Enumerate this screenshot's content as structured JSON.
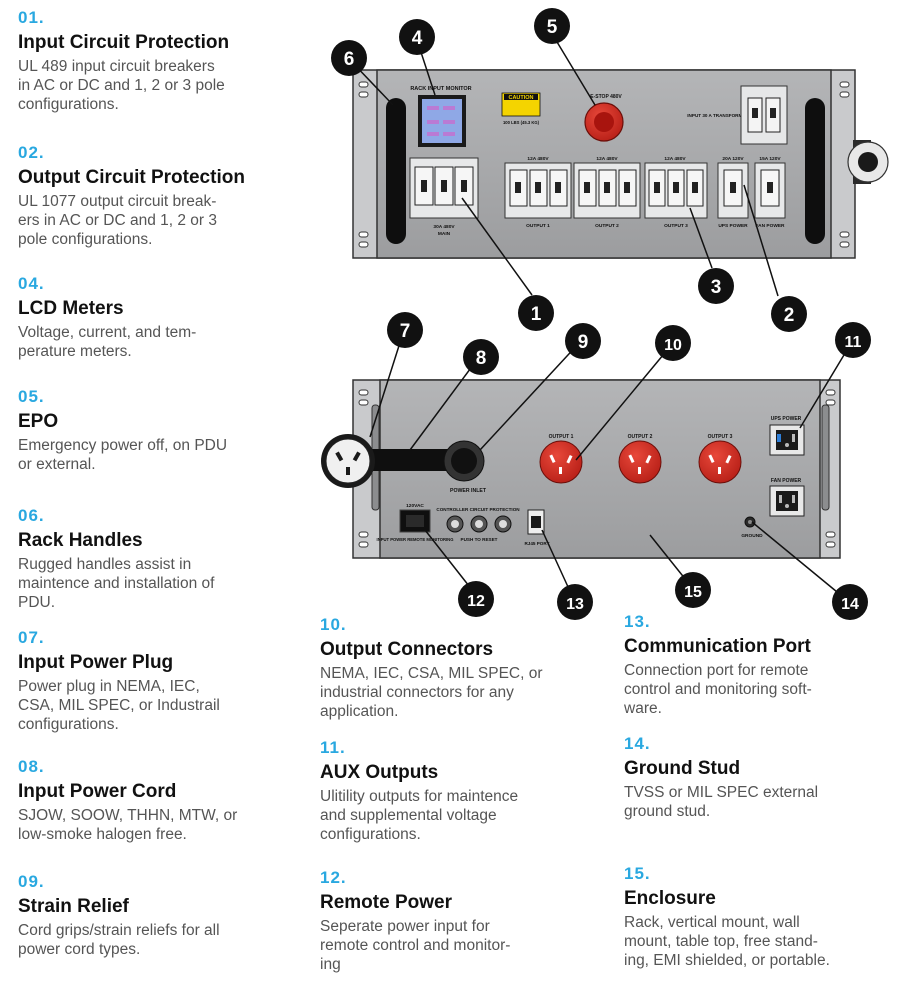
{
  "features": [
    {
      "id": "f01",
      "num": "01.",
      "title": "Input Circuit Protection",
      "desc": [
        "UL 489 input circuit breakers",
        "in AC or DC and 1, 2 or 3 pole",
        "configurations."
      ]
    },
    {
      "id": "f02",
      "num": "02.",
      "title": "Output Circuit Protection",
      "desc": [
        "UL 1077 output circuit break-",
        "ers in AC or DC and 1, 2 or 3",
        "pole configurations."
      ]
    },
    {
      "id": "f04",
      "num": "04.",
      "title": "LCD Meters",
      "desc": [
        "Voltage, current, and tem-",
        "perature meters."
      ]
    },
    {
      "id": "f05",
      "num": "05.",
      "title": "EPO",
      "desc": [
        "Emergency power off, on PDU",
        "or external."
      ]
    },
    {
      "id": "f06",
      "num": "06.",
      "title": "Rack Handles",
      "desc": [
        "Rugged handles assist in",
        "maintence and installation of",
        "PDU."
      ]
    },
    {
      "id": "f07",
      "num": "07.",
      "title": "Input Power Plug",
      "desc": [
        "Power plug in NEMA, IEC,",
        "CSA, MIL SPEC, or Industrail",
        "configurations."
      ]
    },
    {
      "id": "f08",
      "num": "08.",
      "title": "Input Power Cord",
      "desc": [
        "SJOW, SOOW, THHN, MTW, or",
        "low-smoke halogen free."
      ]
    },
    {
      "id": "f09",
      "num": "09.",
      "title": "Strain Relief",
      "desc": [
        "Cord grips/strain reliefs for all",
        "power cord types."
      ]
    },
    {
      "id": "f10",
      "num": "10.",
      "title": "Output Connectors",
      "desc": [
        "NEMA, IEC, CSA, MIL SPEC, or",
        "industrial connectors for any",
        "application."
      ]
    },
    {
      "id": "f11",
      "num": "11.",
      "title": "AUX Outputs",
      "desc": [
        "Ulitility outputs for maintence",
        "and supplemental voltage",
        "configurations."
      ]
    },
    {
      "id": "f12",
      "num": "12.",
      "title": "Remote Power",
      "desc": [
        "Seperate power input for",
        "remote control and monitor-",
        "ing"
      ]
    },
    {
      "id": "f13",
      "num": "13.",
      "title": "Communication Port",
      "desc": [
        "Connection port for remote",
        "control and monitoring soft-",
        "ware."
      ]
    },
    {
      "id": "f14",
      "num": "14.",
      "title": "Ground Stud",
      "desc": [
        "TVSS or MIL SPEC external",
        "ground stud."
      ]
    },
    {
      "id": "f15",
      "num": "15.",
      "title": "Enclosure",
      "desc": [
        "Rack, vertical mount, wall",
        "mount, table top, free stand-",
        "ing, EMI shielded, or portable."
      ]
    }
  ],
  "front_panel": {
    "meter_label": "RACK INPUT MONITOR",
    "caution_label": "CAUTION",
    "caution_sub": "100 LBS (45.3 KG)",
    "epo_label": "E-STOP 480V",
    "input_transformer_label": "INPUT 30 A TRANSFORMER",
    "main_breaker": {
      "rating": "30A 480V",
      "name": "MAIN"
    },
    "breakers": [
      {
        "rating": "12A 480V",
        "name": "OUTPUT 1"
      },
      {
        "rating": "12A 480V",
        "name": "OUTPUT 2"
      },
      {
        "rating": "12A 480V",
        "name": "OUTPUT 3"
      },
      {
        "rating": "20A 120V",
        "name": "UPS POWER"
      },
      {
        "rating": "15A 120V",
        "name": "FAN POWER"
      }
    ]
  },
  "rear_panel": {
    "outputs": [
      "OUTPUT 1",
      "OUTPUT 2",
      "OUTPUT 3"
    ],
    "power_inlet_label": "POWER INLET",
    "ups_power_label": "UPS POWER",
    "fan_power_label": "FAN POWER",
    "ground_label": "GROUND",
    "remote_voltage": "120VAC",
    "remote_label": "INPUT POWER REMOTE MONITORING",
    "controller_label": "CONTROLLER CIRCUIT PROTECTION",
    "push_reset_label": "PUSH TO RESET",
    "rj45_label": "RJ45 PORT"
  },
  "callouts": [
    "1",
    "2",
    "3",
    "4",
    "5",
    "6",
    "7",
    "8",
    "9",
    "10",
    "11",
    "12",
    "13",
    "14",
    "15"
  ],
  "colors": {
    "accent": "#29a8e0",
    "panel": "#a9aaac",
    "callout": "#111111",
    "outlet_red": "#c8281e"
  }
}
